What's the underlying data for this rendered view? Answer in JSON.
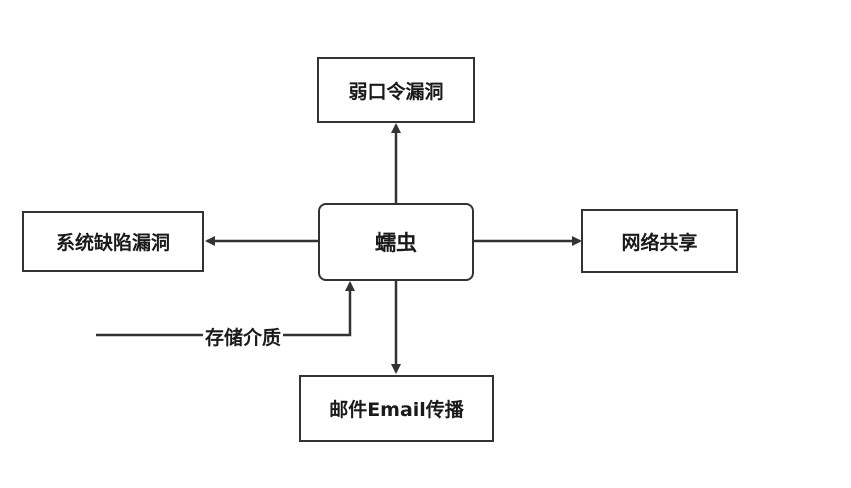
{
  "nodes": {
    "center": "蠕虫",
    "top": "弱口令漏洞",
    "left": "系统缺陷漏洞",
    "right": "网络共享",
    "bottom": "邮件Email传播"
  },
  "edge_label": "存储介质",
  "colors": {
    "stroke": "#333333",
    "text": "#1a1a1a"
  }
}
